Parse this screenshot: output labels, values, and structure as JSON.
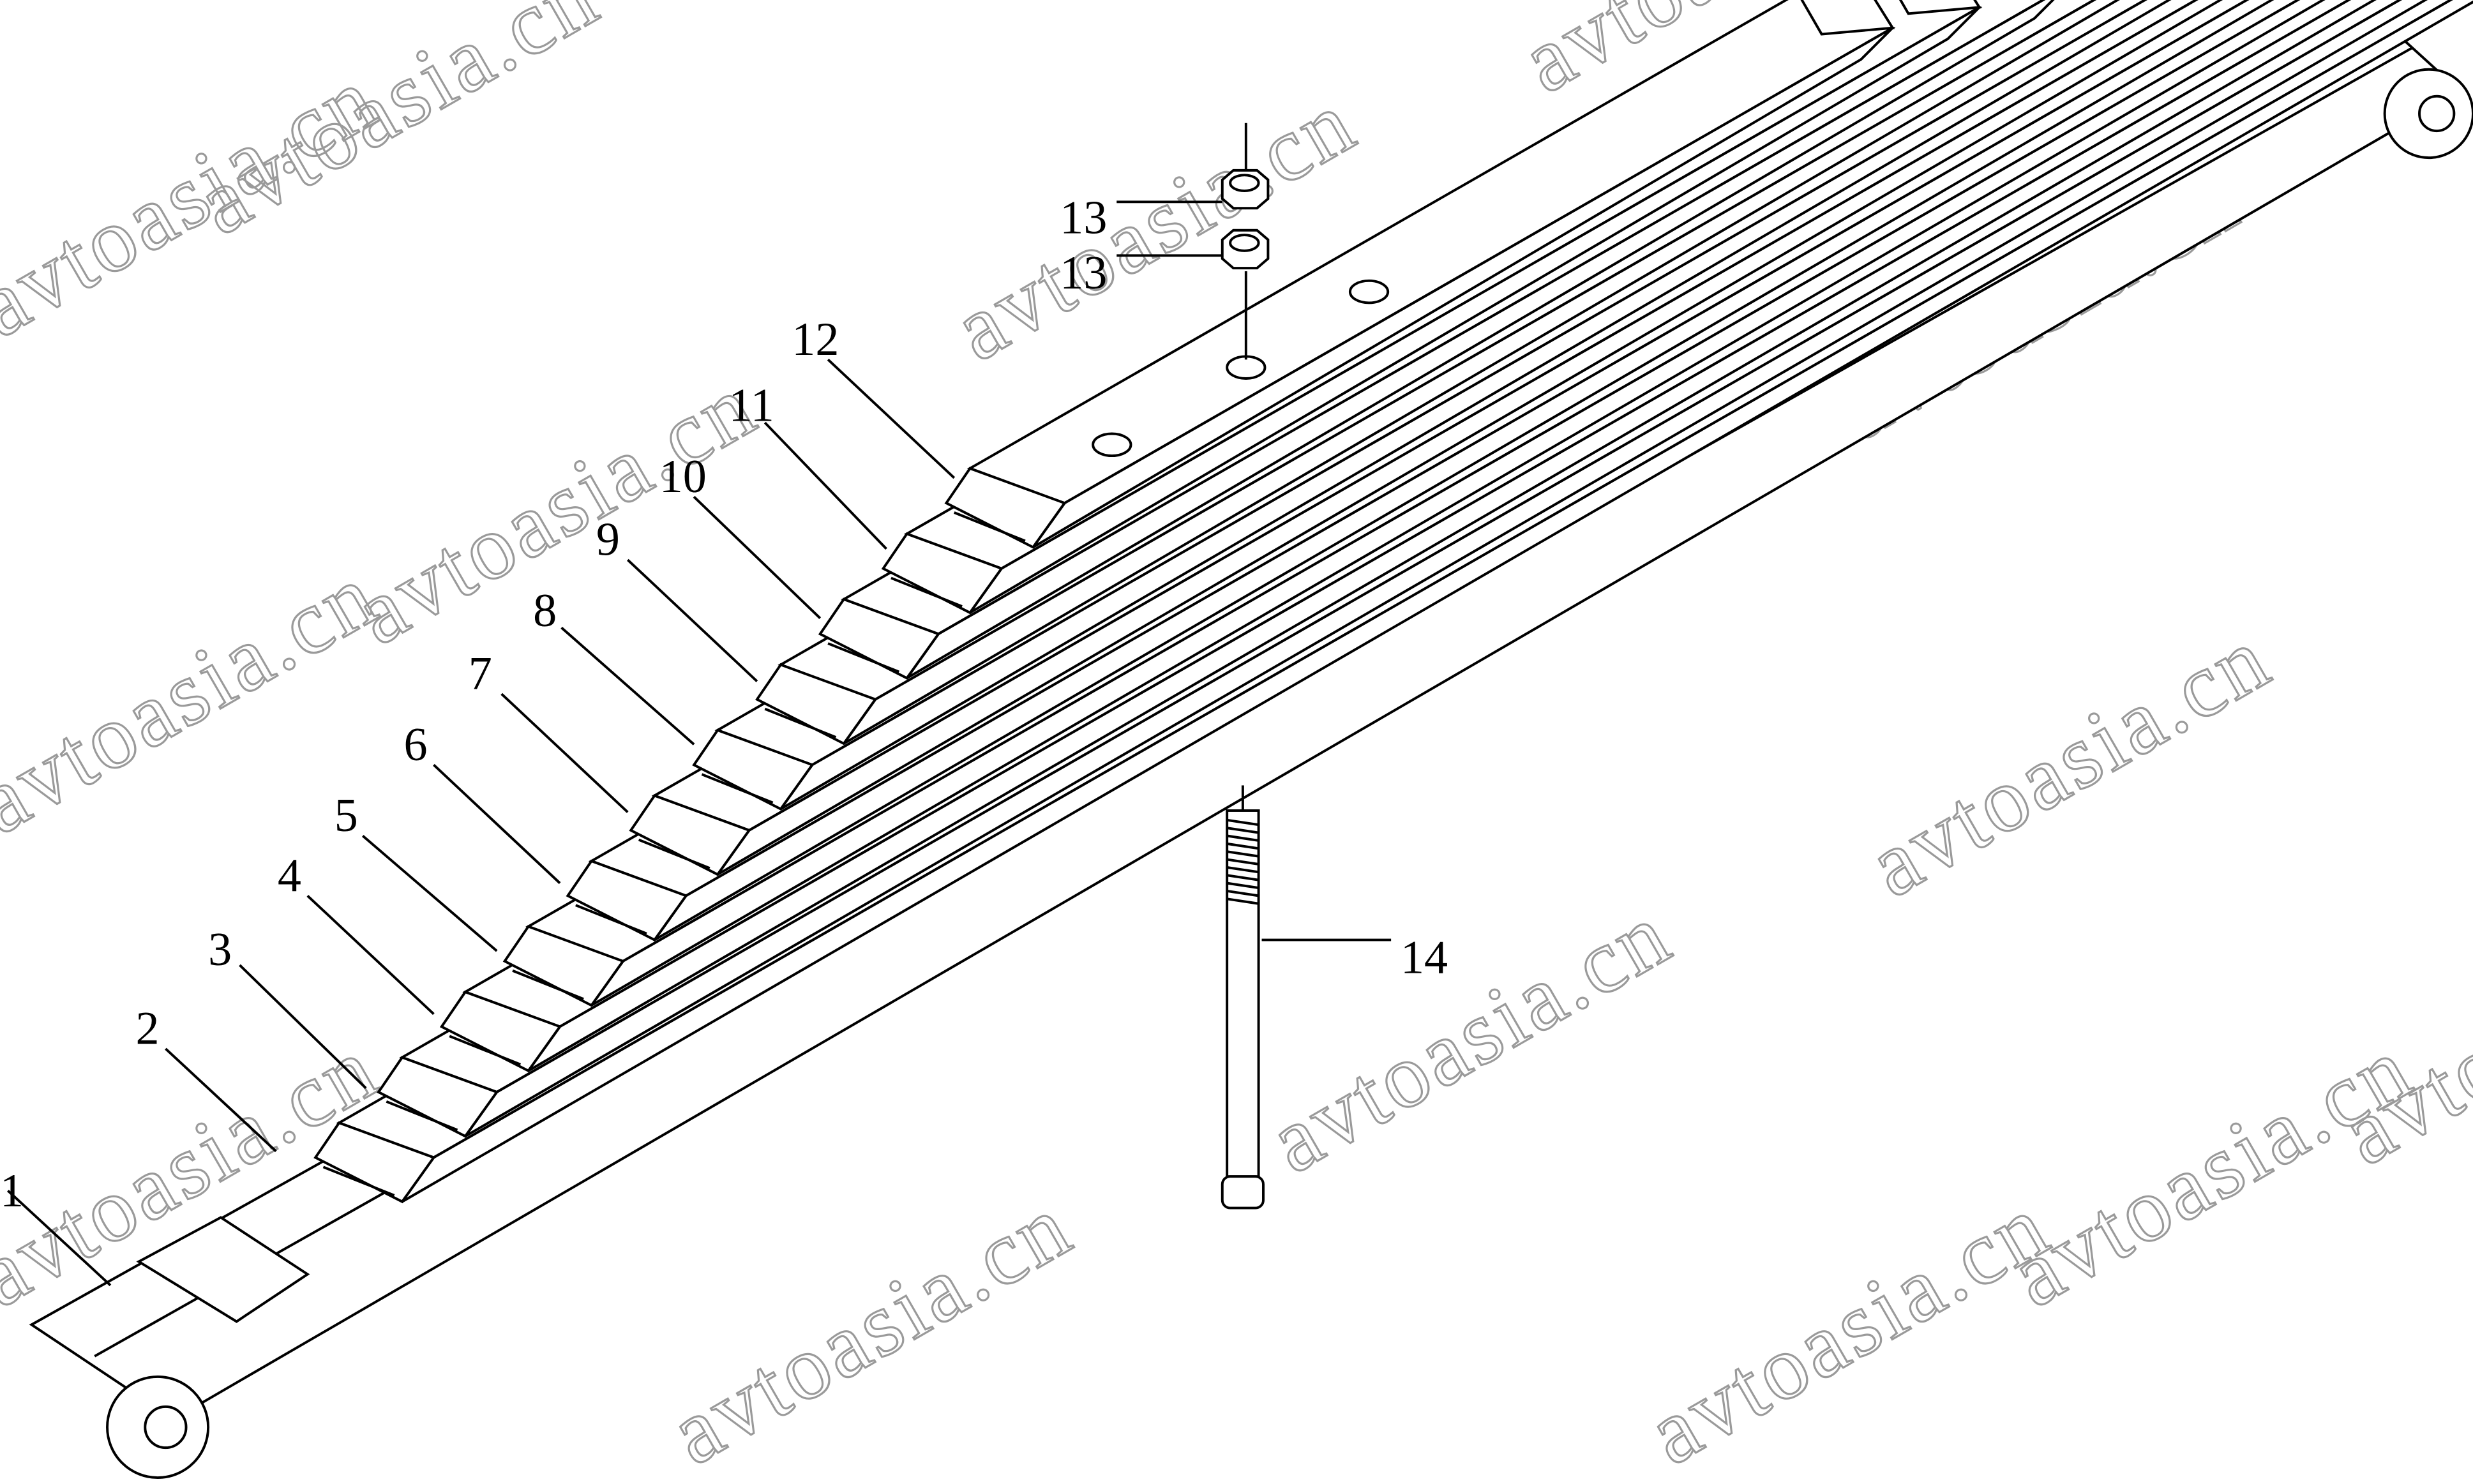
{
  "diagram": {
    "title": "Leaf spring assembly exploded view",
    "watermark": "avtoasia.cn",
    "callouts": [
      {
        "id": "1",
        "label": "1"
      },
      {
        "id": "2",
        "label": "2"
      },
      {
        "id": "3",
        "label": "3"
      },
      {
        "id": "4",
        "label": "4"
      },
      {
        "id": "5",
        "label": "5"
      },
      {
        "id": "6",
        "label": "6"
      },
      {
        "id": "7",
        "label": "7"
      },
      {
        "id": "8",
        "label": "8"
      },
      {
        "id": "9",
        "label": "9"
      },
      {
        "id": "10",
        "label": "10"
      },
      {
        "id": "11",
        "label": "11"
      },
      {
        "id": "12",
        "label": "12"
      },
      {
        "id": "13a",
        "label": "13"
      },
      {
        "id": "13b",
        "label": "13"
      },
      {
        "id": "14",
        "label": "14"
      }
    ],
    "colors": {
      "line": "#000000",
      "watermark": "#9a9a9a",
      "background": "#ffffff"
    }
  }
}
